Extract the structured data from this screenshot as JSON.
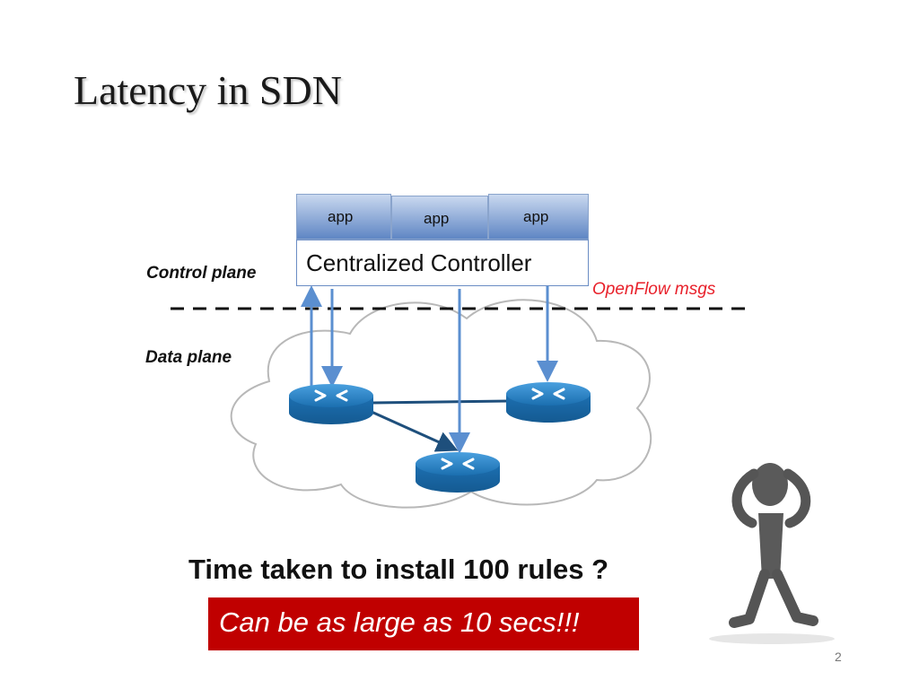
{
  "slide": {
    "title": "Latency in SDN",
    "page_number": "2"
  },
  "diagram": {
    "apps": [
      "app",
      "app",
      "app"
    ],
    "controller_label": "Centralized Controller",
    "control_plane_label": "Control plane",
    "data_plane_label": "Data plane",
    "openflow_label": "OpenFlow msgs"
  },
  "question": "Time taken to install 100 rules ?",
  "answer": "Can be as large as 10 secs!!!",
  "colors": {
    "answer_bg": "#c00000",
    "openflow_text": "#e8202a",
    "router_blue": "#1f78b8",
    "arrow_blue": "#5b8fd0"
  },
  "icons": [
    "router-icon",
    "cloud-icon",
    "stressed-figure-icon"
  ]
}
